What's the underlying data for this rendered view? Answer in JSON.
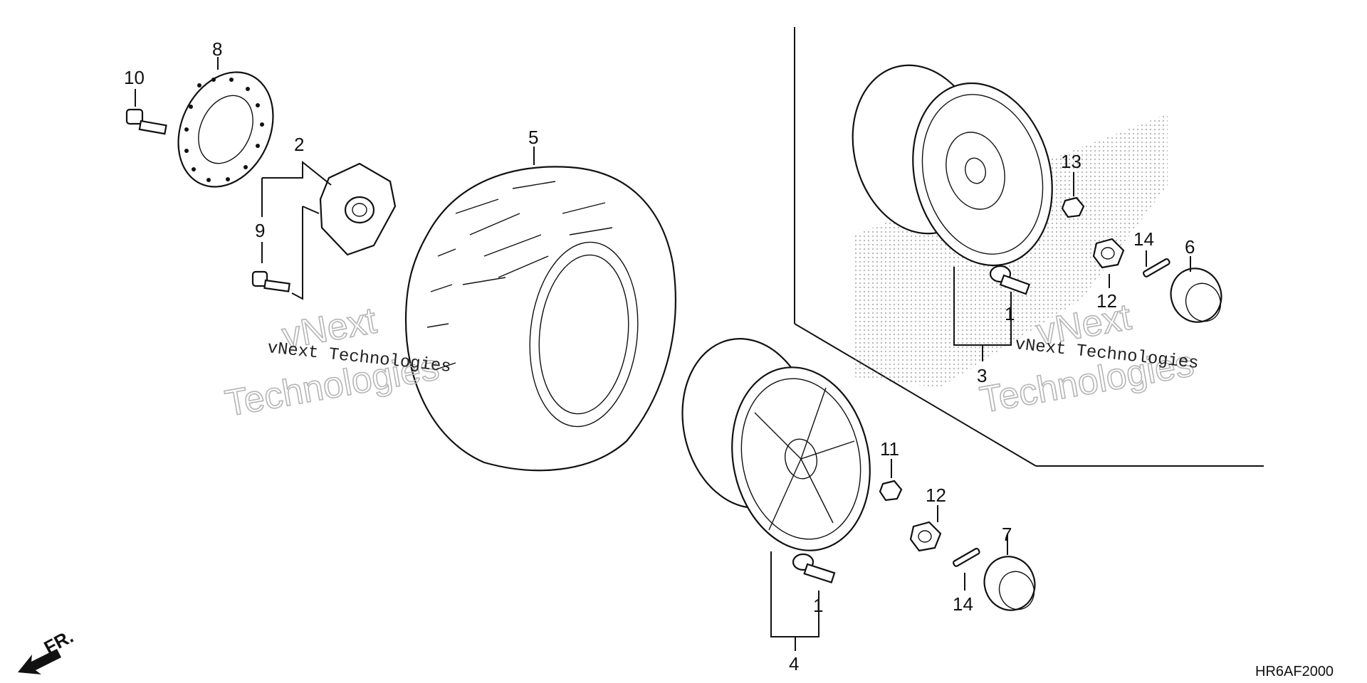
{
  "callouts": {
    "c1_upper": "1",
    "c1_lower": "1",
    "c2": "2",
    "c3": "3",
    "c4": "4",
    "c5": "5",
    "c6": "6",
    "c7": "7",
    "c8": "8",
    "c9": "9",
    "c10": "10",
    "c11": "11",
    "c12_upper": "12",
    "c12_lower": "12",
    "c13": "13",
    "c14_upper": "14",
    "c14_lower": "14"
  },
  "watermark": {
    "brand": "vNext",
    "tagline": "Technologies",
    "full": "vNext Technologies"
  },
  "diagram_code": "HR6AF2000",
  "front_indicator": "FR.",
  "icons": [
    "front-direction-arrow-icon"
  ]
}
